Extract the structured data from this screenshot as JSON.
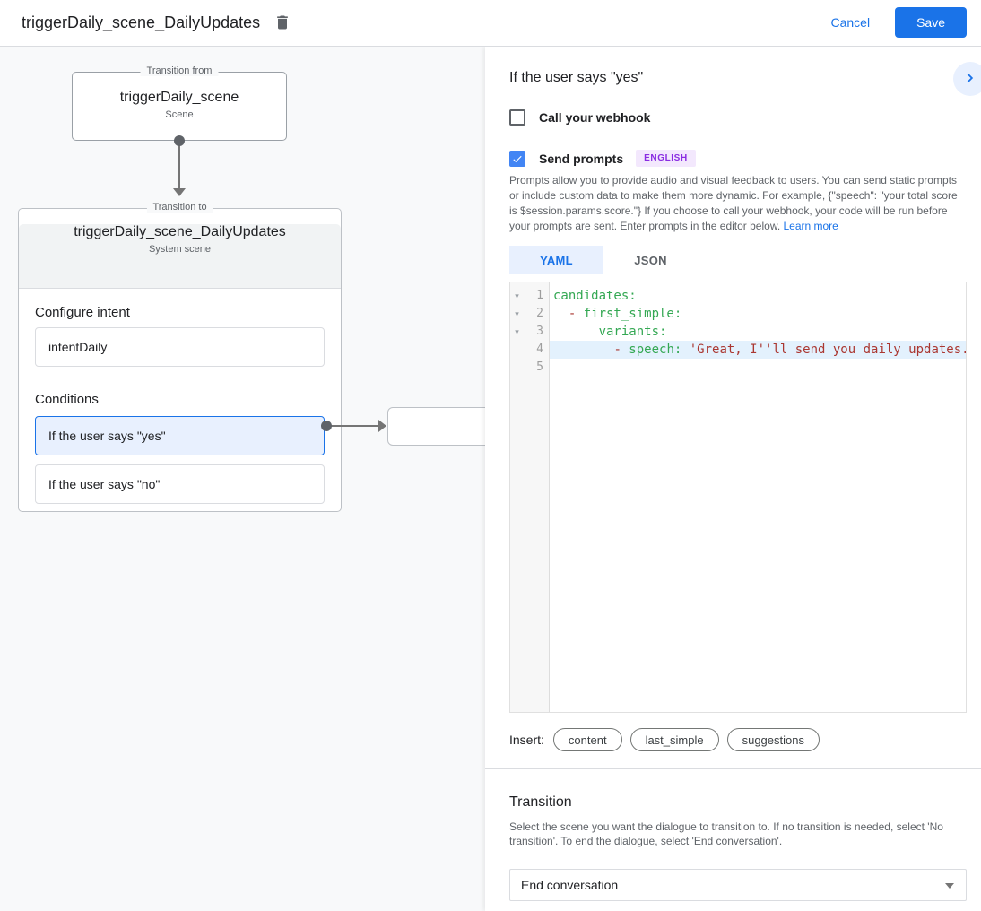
{
  "colors": {
    "accent": "#1a73e8",
    "selection_bg": "#e8f0fe",
    "code_key_green": "#34a853",
    "code_string_red": "#aa3731",
    "badge_bg": "#f3e8fd",
    "badge_text": "#8a2ce2"
  },
  "header": {
    "title": "triggerDaily_scene_DailyUpdates",
    "cancel_label": "Cancel",
    "save_label": "Save"
  },
  "diagram": {
    "from_node": {
      "legend": "Transition from",
      "title": "triggerDaily_scene",
      "subtitle": "Scene"
    },
    "to_node": {
      "legend": "Transition to",
      "title": "triggerDaily_scene_DailyUpdates",
      "subtitle": "System scene",
      "intent_label": "Configure intent",
      "intent_value": "intentDaily",
      "conditions_label": "Conditions",
      "conditions": [
        {
          "label": "If the user says \"yes\"",
          "selected": true
        },
        {
          "label": "If the user says \"no\"",
          "selected": false
        }
      ]
    }
  },
  "panel": {
    "title": "If the user says \"yes\"",
    "webhook": {
      "label": "Call your webhook",
      "checked": false
    },
    "prompts": {
      "label": "Send prompts",
      "checked": true,
      "badge": "ENGLISH"
    },
    "description": "Prompts allow you to provide audio and visual feedback to users. You can send static prompts or include custom data to make them more dynamic. For example, {\"speech\": \"your total score is $session.params.score.\"} If you choose to call your webhook, your code will be run before your prompts are sent. Enter prompts in the editor below. ",
    "learn_more": "Learn more",
    "tabs": [
      {
        "label": "YAML",
        "active": true
      },
      {
        "label": "JSON",
        "active": false
      }
    ],
    "editor": {
      "lines": [
        {
          "num": "1",
          "code": {
            "key": "candidates:"
          }
        },
        {
          "num": "2",
          "code": {
            "indent": "  ",
            "dash": "- ",
            "key": "first_simple:"
          }
        },
        {
          "num": "3",
          "code": {
            "indent": "      ",
            "key": "variants:"
          }
        },
        {
          "num": "4",
          "code": {
            "indent": "        ",
            "dash": "- ",
            "key": "speech: ",
            "string": "'Great, I''ll send you daily updates."
          }
        },
        {
          "num": "5",
          "code": {}
        }
      ]
    },
    "insert": {
      "label": "Insert:",
      "pills": [
        {
          "label": "content"
        },
        {
          "label": "last_simple"
        },
        {
          "label": "suggestions"
        }
      ]
    },
    "transition": {
      "title": "Transition",
      "description": "Select the scene you want the dialogue to transition to. If no transition is needed, select 'No transition'. To end the dialogue, select 'End conversation'.",
      "selected_value": "End conversation"
    }
  }
}
